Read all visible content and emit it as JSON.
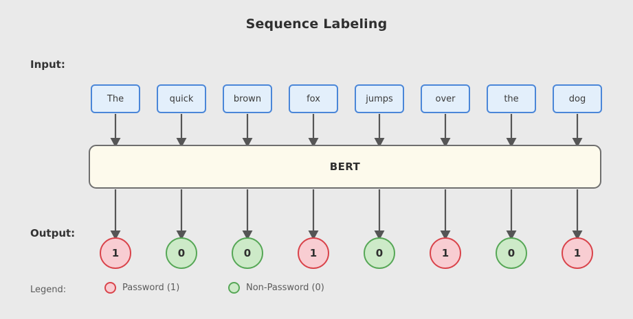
{
  "title": "Sequence Labeling",
  "labels": {
    "input": "Input:",
    "output": "Output:",
    "legend": "Legend:"
  },
  "model": {
    "name": "BERT",
    "fill_color": "#fdfaec",
    "border_color": "#6e6e6e"
  },
  "colors": {
    "background": "#eaeaea",
    "token_fill": "#e3effb",
    "token_border": "#4a86d8",
    "positive_fill": "#f8cdd2",
    "positive_border": "#d9434a",
    "negative_fill": "#cdeac8",
    "negative_border": "#56a756",
    "arrow": "#555555",
    "title_text": "#2f2f2f"
  },
  "tokens": [
    {
      "text": "The",
      "label": "1",
      "class": "positive"
    },
    {
      "text": "quick",
      "label": "0",
      "class": "negative"
    },
    {
      "text": "brown",
      "label": "0",
      "class": "negative"
    },
    {
      "text": "fox",
      "label": "1",
      "class": "positive"
    },
    {
      "text": "jumps",
      "label": "0",
      "class": "negative"
    },
    {
      "text": "over",
      "label": "1",
      "class": "positive"
    },
    {
      "text": "the",
      "label": "0",
      "class": "negative"
    },
    {
      "text": "dog",
      "label": "1",
      "class": "positive"
    }
  ],
  "legend": [
    {
      "text": "Password (1)",
      "class": "positive"
    },
    {
      "text": "Non-Password (0)",
      "class": "negative"
    }
  ]
}
